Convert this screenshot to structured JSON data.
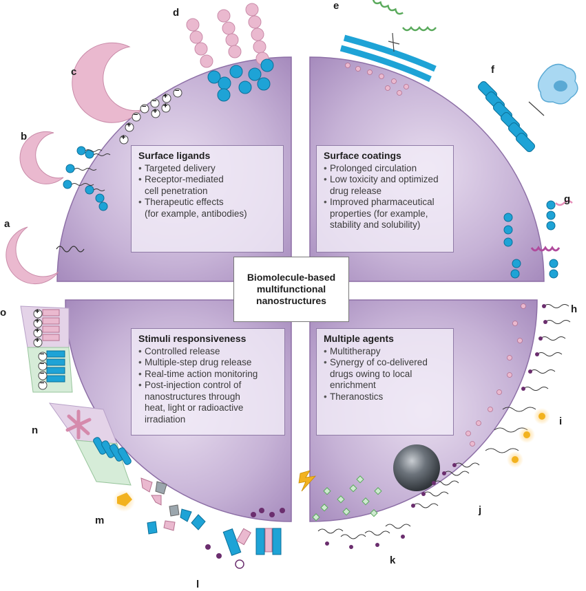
{
  "center_label": "Biomolecule-based\nmultifunctional\nnanostructures",
  "panels": {
    "surface_ligands": {
      "title": "Surface ligands",
      "items": [
        "Targeted delivery",
        "Receptor-mediated\ncell penetration",
        "Therapeutic effects\n(for example, antibodies)"
      ]
    },
    "surface_coatings": {
      "title": "Surface coatings",
      "items": [
        "Prolonged circulation",
        "Low toxicity and optimized\ndrug release",
        "Improved pharmaceutical\nproperties (for example,\nstability and solubility)"
      ]
    },
    "stimuli_responsiveness": {
      "title": "Stimuli responsiveness",
      "items": [
        "Controlled release",
        "Multiple-step drug release",
        "Real-time action monitoring",
        "Post-injection control of\nnanostructures through\nheat, light or radioactive\nirradiation"
      ]
    },
    "multiple_agents": {
      "title": "Multiple agents",
      "items": [
        "Multitherapy",
        "Synergy of co-delivered\ndrugs owing to local\nenrichment",
        "Theranostics"
      ]
    }
  },
  "letters": {
    "a": "a",
    "b": "b",
    "c": "c",
    "d": "d",
    "e": "e",
    "f": "f",
    "g": "g",
    "h": "h",
    "i": "i",
    "j": "j",
    "k": "k",
    "l": "l",
    "m": "m",
    "n": "n",
    "o": "o"
  },
  "charges": {
    "plus": "+",
    "minus": "−"
  },
  "colors": {
    "quadrant": "#b8a2c9",
    "quadrant_edge": "#8d6fa6",
    "ligand_pink": "#eab9cf",
    "blue": "#1ea3d6",
    "green_helix": "#5aaa5c",
    "magenta_helix": "#b04a9c",
    "dot_purple": "#6b2e6e",
    "gold": "#f2b21f",
    "sphere": "#5b6168"
  }
}
